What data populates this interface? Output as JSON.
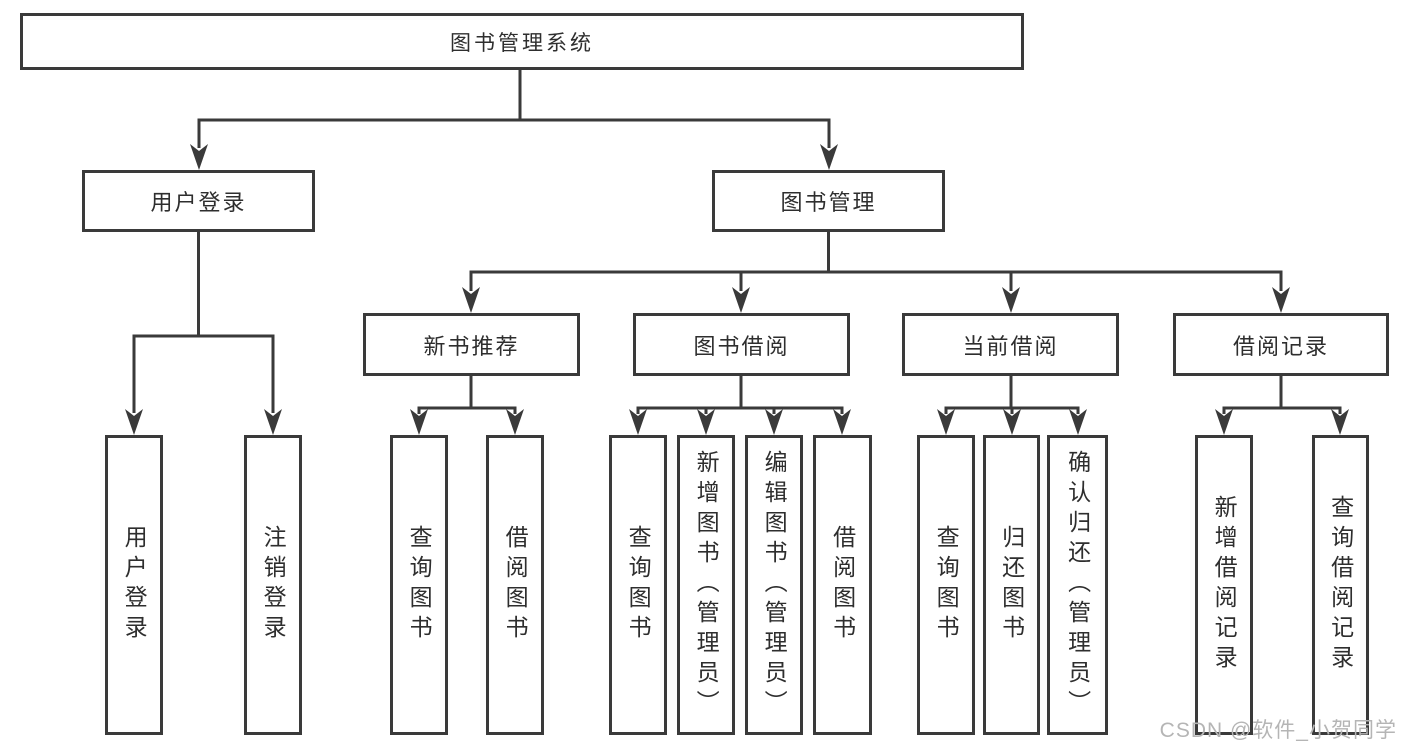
{
  "diagram_title": "图书管理系统",
  "nodes": {
    "root": "图书管理系统",
    "user_login": "用户登录",
    "book_management": "图书管理",
    "new_book_recommend": "新书推荐",
    "book_borrow": "图书借阅",
    "current_borrow": "当前借阅",
    "borrow_record": "借阅记录",
    "leaf_user_login": "用户登录",
    "leaf_logout": "注销登录",
    "recommend_query_book": "查询图书",
    "recommend_borrow_book": "借阅图书",
    "borrow_query_book": "查询图书",
    "borrow_add_book": "新增图书（管理员）",
    "borrow_edit_book": "编辑图书（管理员）",
    "borrow_borrow_book": "借阅图书",
    "current_query_book": "查询图书",
    "current_return_book": "归还图书",
    "current_confirm_return": "确认归还（管理员）",
    "record_add_borrow": "新增借阅记录",
    "record_query_borrow": "查询借阅记录"
  },
  "watermark": "CSDN @软件_小贺同学",
  "colors": {
    "line": "#3a3a3a",
    "box_border": "#3a3a3a",
    "text": "#2e2e2e",
    "watermark": "#b5b5b5",
    "background": "#ffffff"
  }
}
